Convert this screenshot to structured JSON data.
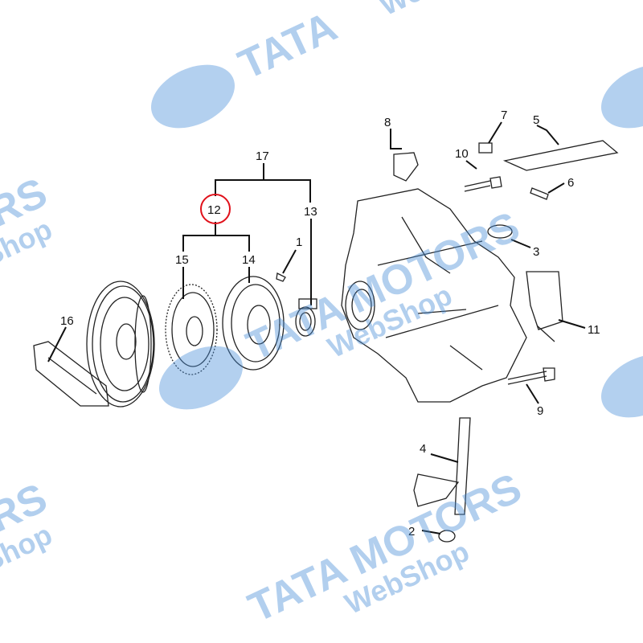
{
  "diagram": {
    "labels": {
      "p1": "1",
      "p2": "2",
      "p3": "3",
      "p4": "4",
      "p5": "5",
      "p6": "6",
      "p7": "7",
      "p8": "8",
      "p9": "9",
      "p10": "10",
      "p11": "11",
      "p12": "12",
      "p13": "13",
      "p14": "14",
      "p15": "15",
      "p16": "16",
      "p17": "17"
    },
    "highlighted_part": "12",
    "highlight_color": "#e0101a"
  },
  "watermark": {
    "brand": "TATA MOTORS",
    "sub": "WebShop",
    "color": "#4a8fd8"
  }
}
